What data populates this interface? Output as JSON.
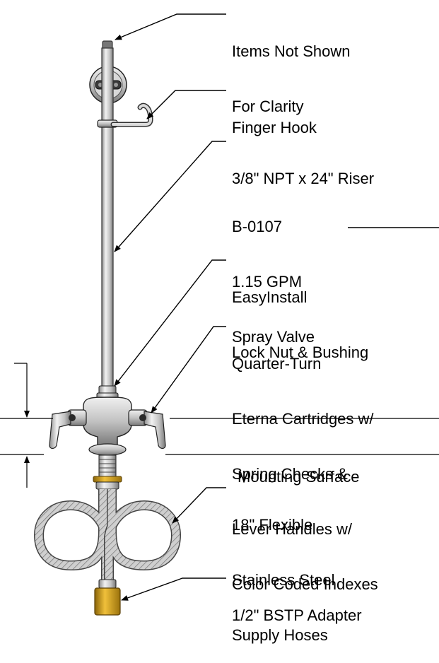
{
  "callouts": {
    "items_not_shown": [
      "Items Not Shown",
      "For Clarity"
    ],
    "finger_hook": [
      "Finger Hook"
    ],
    "riser": [
      "3/8\" NPT x 24\" Riser"
    ],
    "spray_valve": [
      "B-0107",
      "1.15 GPM",
      "Spray Valve"
    ],
    "lock_nut": [
      "EasyInstall",
      "Lock Nut & Bushing"
    ],
    "cartridges": [
      "Quarter-Turn",
      "Eterna Cartridges w/",
      "Spring Checks &",
      "Lever Handles w/",
      "Color Coded Indexes"
    ],
    "mounting_surface": [
      "Mounting Surface"
    ],
    "hoses": [
      "18\" Flexible",
      "Stainless Steel",
      "Supply Hoses"
    ],
    "adapter": [
      "1/2\" BSTP Adapter"
    ]
  },
  "colors": {
    "metal_light": "#e8e8e8",
    "metal_mid": "#b8b8b8",
    "metal_dark": "#6d6d6d",
    "brass": "#d9a625",
    "brass_dark": "#8a6408",
    "hose": "#bdbdbd",
    "line": "#000000"
  }
}
